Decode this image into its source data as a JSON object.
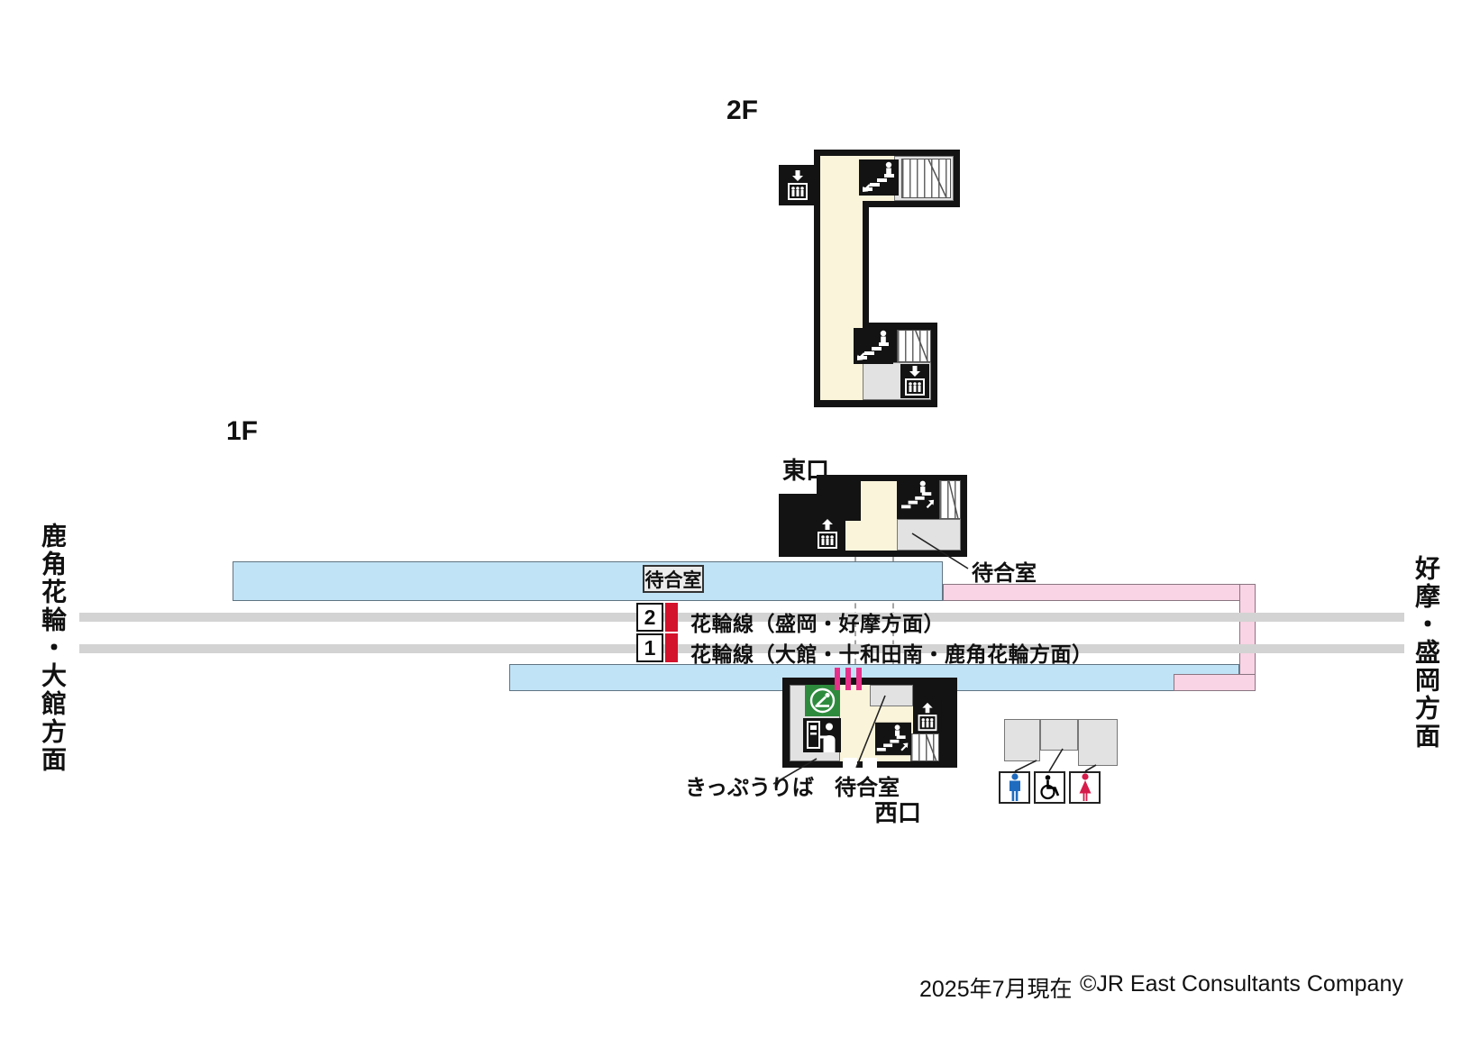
{
  "floors": {
    "f2": "2F",
    "f1": "1F"
  },
  "entrances": {
    "east": "東口",
    "west": "西口"
  },
  "directions": {
    "left": "鹿角花輪・大館方面",
    "right": "好摩・盛岡方面"
  },
  "rooms": {
    "platform_waiting": "待合室",
    "east_waiting": "待合室",
    "west_waiting": "待合室",
    "ticket_office": "きっぷうりば"
  },
  "tracks": [
    {
      "number": "2",
      "line": "花輪線（盛岡・好摩方面）"
    },
    {
      "number": "1",
      "line": "花輪線（大館・十和田南・鹿角花輪方面）"
    }
  ],
  "footer": {
    "as_of": "2025年7月現在",
    "copyright": "©JR East Consultants Company"
  },
  "colors": {
    "corridor_cream": "#FAF4DA",
    "platform_blue": "#C1E3F6",
    "walkway_pink": "#F8D4E4",
    "track_gray": "#D3D3D3",
    "line_red": "#D3122B",
    "gate_magenta": "#E8308A",
    "waiting_green": "#2E8B3D",
    "mens_blue": "#1E6BBF",
    "womens_red": "#D51C4B"
  },
  "icons": {
    "elevator": "elevator-icon",
    "stairs": "stairs-icon",
    "ticket_machine": "ticket-machine-icon",
    "waiting_seat": "waiting-seat-icon",
    "mens_toilet": "mens-toilet-icon",
    "accessible_toilet": "wheelchair-icon",
    "womens_toilet": "womens-toilet-icon"
  }
}
